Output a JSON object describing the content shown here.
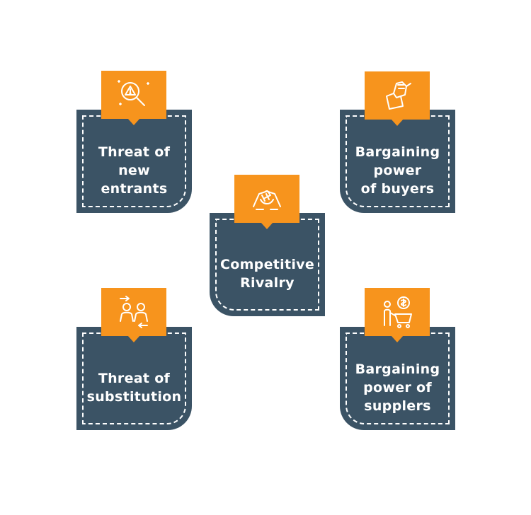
{
  "colors": {
    "card": "#3b5365",
    "accent": "#f7941d",
    "text": "#ffffff"
  },
  "forces": [
    {
      "label": "Threat of\nnew\nentrants",
      "icon": "magnifier-warning-icon"
    },
    {
      "label": "Bargaining\npower\nof buyers",
      "icon": "hand-money-icon"
    },
    {
      "label": "Competitive\nRivalry",
      "icon": "handshake-icon"
    },
    {
      "label": "Threat of\nsubstitution",
      "icon": "people-exchange-icon"
    },
    {
      "label": "Bargaining\npower of\nsupplers",
      "icon": "supplier-cart-icon"
    }
  ]
}
